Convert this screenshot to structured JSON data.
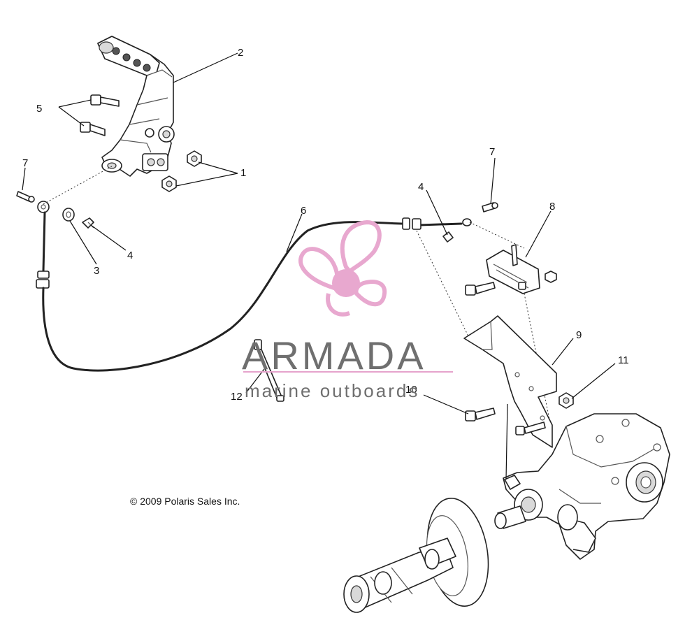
{
  "callouts": {
    "c1": "1",
    "c2": "2",
    "c3": "3",
    "c4a": "4",
    "c4b": "4",
    "c5": "5",
    "c6": "6",
    "c7a": "7",
    "c7b": "7",
    "c8": "8",
    "c9": "9",
    "c10": "10",
    "c11": "11",
    "c12": "12"
  },
  "copyright": "© 2009 Polaris Sales Inc.",
  "watermark": {
    "title": "ARMADA",
    "subtitle": "marine outboards"
  },
  "colors": {
    "watermark_pink": "#e8a8cf",
    "watermark_pink_dark": "#d98abb",
    "watermark_gray": "#6f6f6f",
    "watermark_rule": "#e6a3cc",
    "line": "#222222"
  }
}
